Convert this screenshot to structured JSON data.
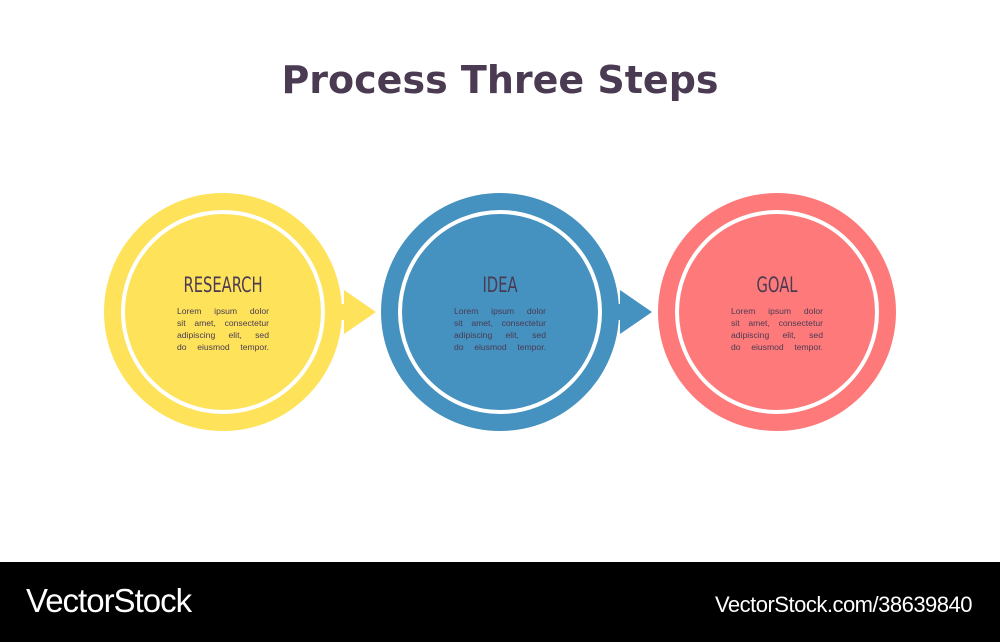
{
  "title": "Process Three Steps",
  "colors": {
    "title": "#4a3a52",
    "yellow": "#fee35a",
    "blue": "#4591bf",
    "red": "#fe7a7a",
    "ring": "#ffffff",
    "footer": "#000000"
  },
  "steps": [
    {
      "label": "RESEARCH",
      "lines": [
        "Lorem ipsum dolor",
        "sit amet, consectetur",
        "adipiscing elit, sed",
        "do eiusmod tempor."
      ]
    },
    {
      "label": "IDEA",
      "lines": [
        "Lorem ipsum dolor",
        "sit amet, consectetur",
        "adipiscing elit, sed",
        "do eiusmod tempor."
      ]
    },
    {
      "label": "GOAL",
      "lines": [
        "Lorem ipsum dolor",
        "sit amet, consectetur",
        "adipiscing elit, sed",
        "do eiusmod tempor."
      ]
    }
  ],
  "arrows": [
    {
      "from": "RESEARCH",
      "to": "IDEA",
      "icon": "arrow-right-icon"
    },
    {
      "from": "IDEA",
      "to": "GOAL",
      "icon": "arrow-right-icon"
    }
  ],
  "footer": {
    "brand": "VectorStock",
    "reference": "VectorStock.com/38639840"
  }
}
